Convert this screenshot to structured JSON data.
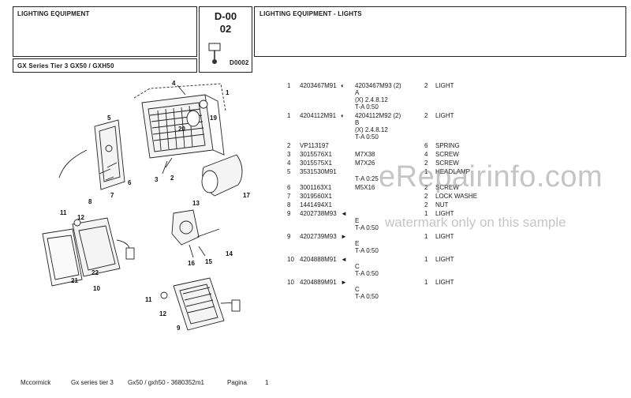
{
  "header": {
    "section_title": "LIGHTING EQUIPMENT",
    "model_title": "GX Series Tier 3 GX50 / GXH50",
    "code_main": "D-00",
    "code_sub": "02",
    "fig_code": "D0002",
    "page_title": "LIGHTING EQUIPMENT - LIGHTS"
  },
  "parts": [
    {
      "ref": "1",
      "part": "4203467M91",
      "sym": "◐",
      "desc_code": "4203467M93  (2)",
      "qty": "2",
      "name": "LIGHT",
      "notes": [
        "A",
        "(X) 2.4.8.12",
        "T-A 0:50"
      ]
    },
    {
      "ref": "1",
      "part": "4204112M91",
      "sym": "◐",
      "desc_code": "4204112M92  (2)",
      "qty": "2",
      "name": "LIGHT",
      "notes": [
        "B",
        "(X) 2.4.8.12",
        "T-A 0:50"
      ]
    },
    {
      "ref": "2",
      "part": "VP113197",
      "sym": "",
      "desc_code": "",
      "qty": "6",
      "name": "SPRING",
      "notes": []
    },
    {
      "ref": "3",
      "part": "3015576X1",
      "sym": "",
      "desc_code": "M7X38",
      "qty": "4",
      "name": "SCREW",
      "notes": []
    },
    {
      "ref": "4",
      "part": "3015575X1",
      "sym": "",
      "desc_code": "M7X26",
      "qty": "2",
      "name": "SCREW",
      "notes": []
    },
    {
      "ref": "5",
      "part": "3531530M91",
      "sym": "",
      "desc_code": "",
      "qty": "1",
      "name": "HEADLAMP",
      "notes": [
        "T-A 0:25"
      ]
    },
    {
      "ref": "6",
      "part": "3001163X1",
      "sym": "",
      "desc_code": "M5X16",
      "qty": "2",
      "name": "SCREW",
      "notes": []
    },
    {
      "ref": "7",
      "part": "3019560X1",
      "sym": "",
      "desc_code": "",
      "qty": "2",
      "name": "LOCK WASHE",
      "notes": []
    },
    {
      "ref": "8",
      "part": "1441494X1",
      "sym": "",
      "desc_code": "",
      "qty": "2",
      "name": "NUT",
      "notes": []
    },
    {
      "ref": "9",
      "part": "4202738M93",
      "sym": "◄",
      "desc_code": "",
      "qty": "1",
      "name": "LIGHT",
      "notes": [
        "E",
        "T-A 0:50"
      ]
    },
    {
      "ref": "9",
      "part": "4202739M93",
      "sym": "►",
      "desc_code": "",
      "qty": "1",
      "name": "LIGHT",
      "notes": [
        "E",
        "T-A 0:50"
      ]
    },
    {
      "ref": "10",
      "part": "4204888M91",
      "sym": "◄",
      "desc_code": "",
      "qty": "1",
      "name": "LIGHT",
      "notes": [
        "C",
        "T-A 0:50"
      ]
    },
    {
      "ref": "10",
      "part": "4204889M91",
      "sym": "►",
      "desc_code": "",
      "qty": "1",
      "name": "LIGHT",
      "notes": [
        "C",
        "T-A 0:50"
      ]
    }
  ],
  "callouts": [
    "1",
    "2",
    "3",
    "4",
    "5",
    "6",
    "7",
    "8",
    "9",
    "10",
    "11",
    "12",
    "13",
    "14",
    "15",
    "16",
    "17",
    "19",
    "20",
    "21",
    "22",
    "11",
    "12"
  ],
  "footer": {
    "brand": "Mccormick",
    "series": "Gx series tier 3",
    "model_ref": "Gx50 / gxh50 - 3680352m1",
    "page_label": "Pagina",
    "page_number": "1"
  },
  "watermark": {
    "line1": "eRepairinfo.com",
    "line2": "watermark only on this sample"
  }
}
